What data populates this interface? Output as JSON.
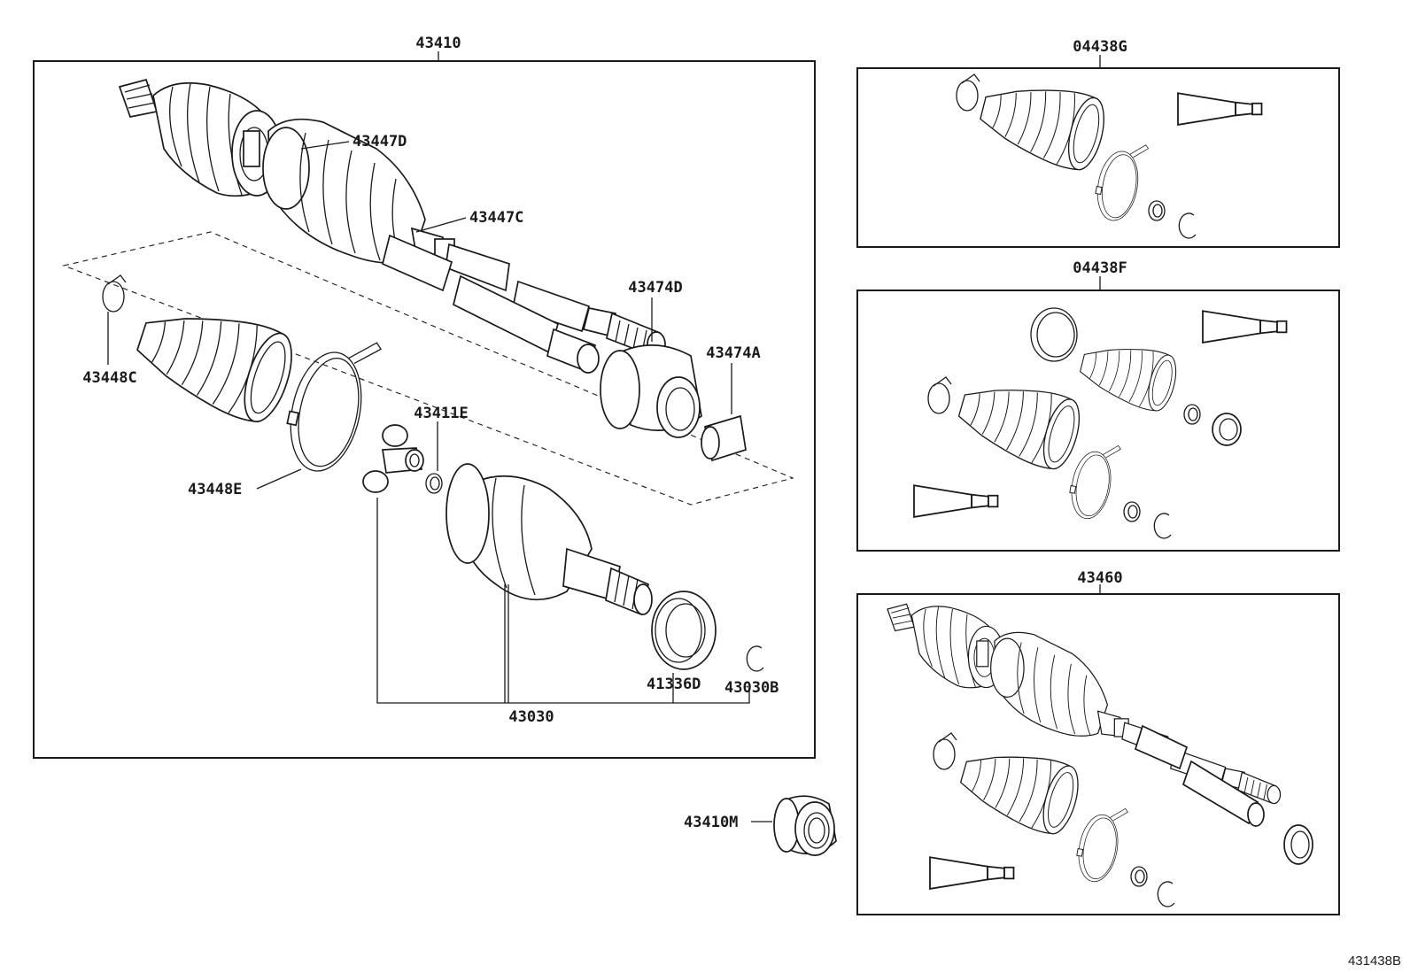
{
  "callouts": {
    "assy_main": "43410",
    "kit_g": "04438G",
    "kit_f": "04438F",
    "assy_right": "43460",
    "p43447D": "43447D",
    "p43447C": "43447C",
    "p43474D": "43474D",
    "p43474A": "43474A",
    "p43448C": "43448C",
    "p43411E": "43411E",
    "p43448E": "43448E",
    "p41336D": "41336D",
    "p43030B": "43030B",
    "p43030": "43030",
    "p43410M": "43410M"
  },
  "diagram_ref": "431438B"
}
